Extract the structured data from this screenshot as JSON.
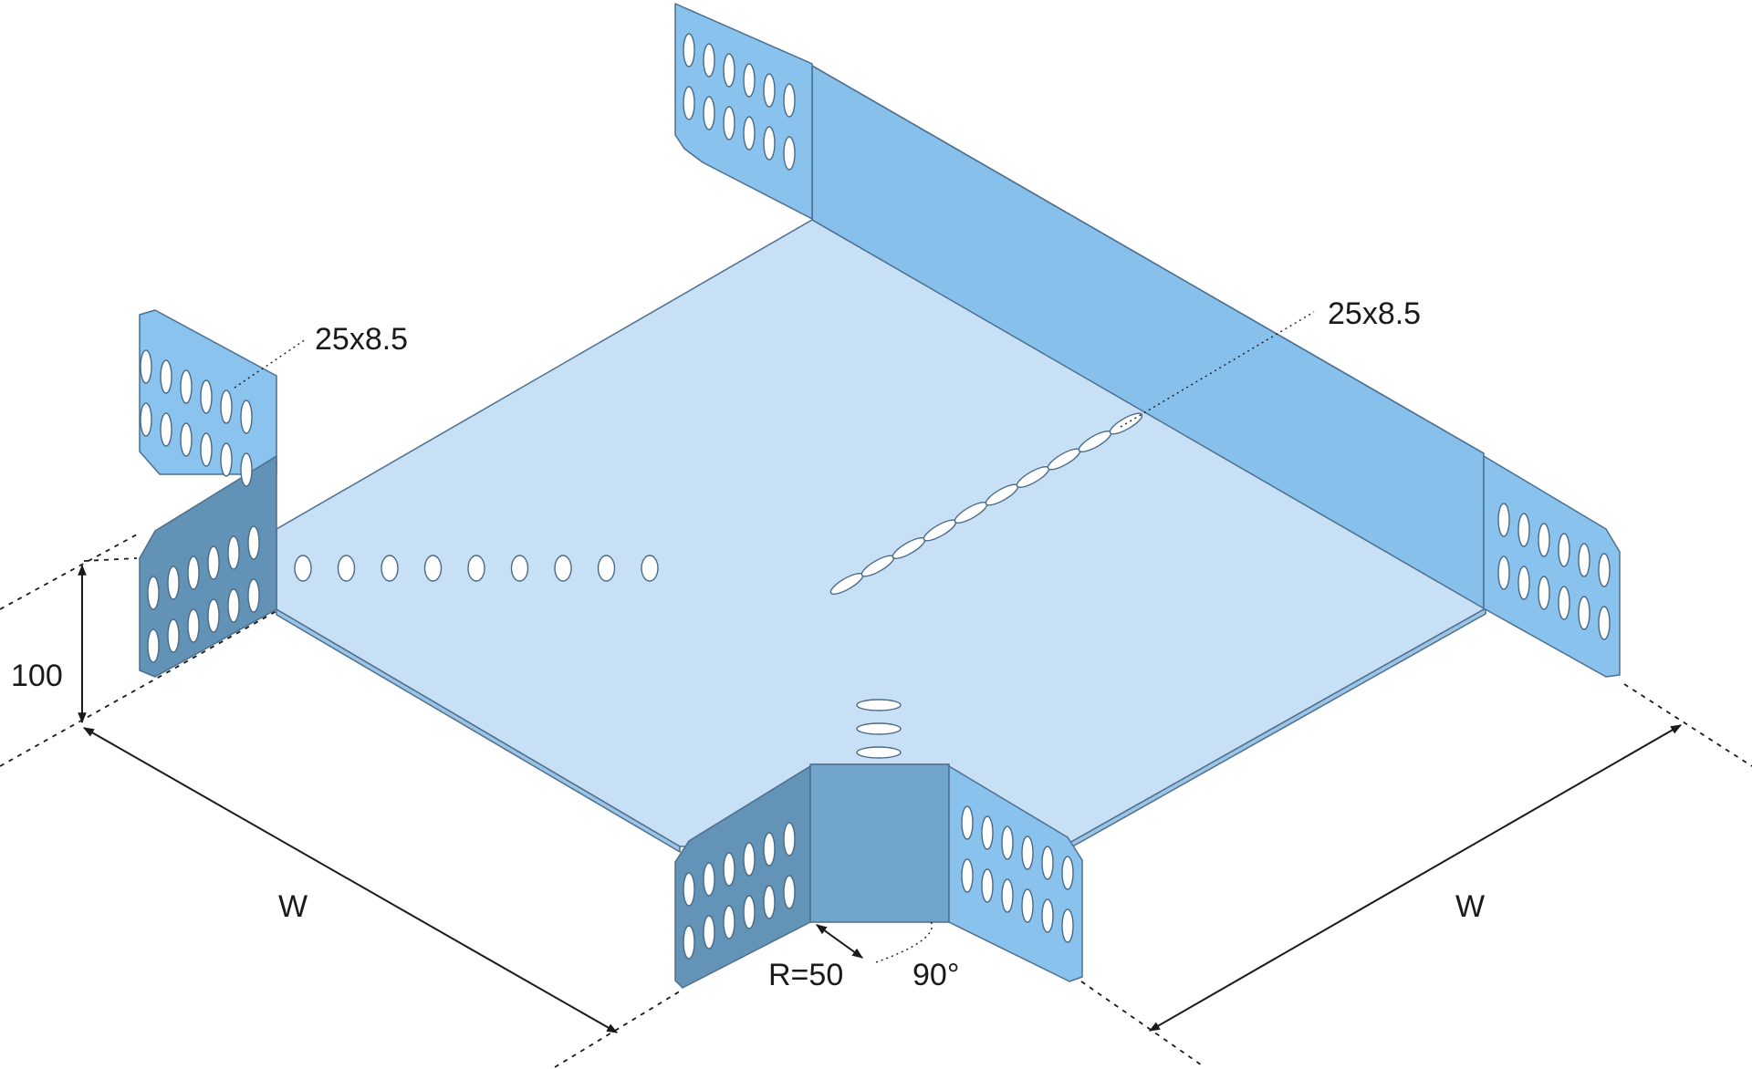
{
  "colors": {
    "base": "#c8e0f5",
    "wall_light": "#88c1ec",
    "wall_dark": "#6395b8",
    "wall_mid": "#72a5cb",
    "edge": "#4d6f8f",
    "line": "#1a1a1a"
  },
  "labels": {
    "slot_left": "25x8.5",
    "slot_right": "25x8.5",
    "height": "100",
    "width_left": "W",
    "width_right": "W",
    "radius": "R=50",
    "angle": "90°"
  }
}
